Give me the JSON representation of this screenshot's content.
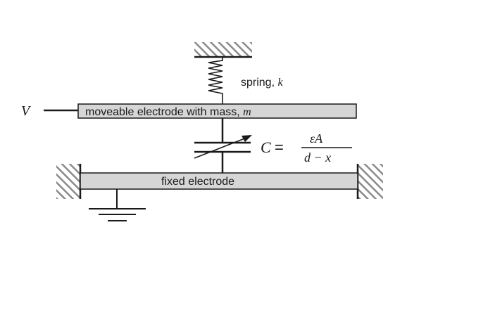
{
  "labels": {
    "spring_text": "spring, ",
    "spring_symbol": "k",
    "voltage": "V",
    "moveable_electrode_text": "moveable electrode with mass, ",
    "mass_symbol": "m",
    "fixed_electrode": "fixed electrode"
  },
  "formula": {
    "lhs": "C",
    "equals": "=",
    "numerator": "εA",
    "denominator": "d − x"
  },
  "colors": {
    "electrode_fill": "#d6d6d6",
    "line": "#1a1a1a",
    "hatch": "#8a8a8a"
  }
}
